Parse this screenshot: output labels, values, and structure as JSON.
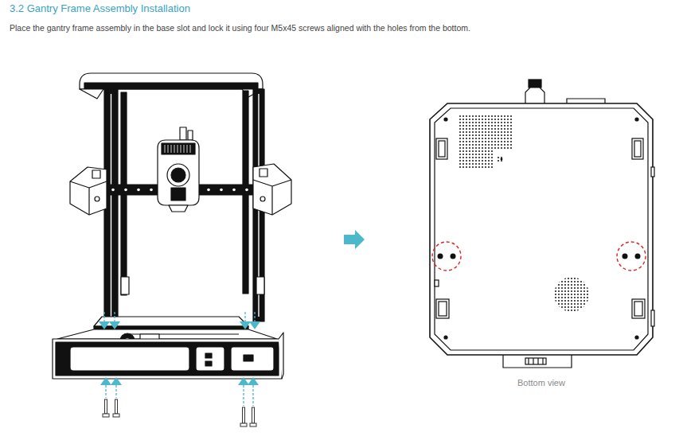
{
  "diagram": {
    "title": "3.2 Gantry Frame Assembly Installation",
    "labels": [
      "Place the gantry frame assembly in the base slot and lock it using four M5x45 screws aligned with the holes from the bottom.",
      "Bottom view"
    ]
  }
}
